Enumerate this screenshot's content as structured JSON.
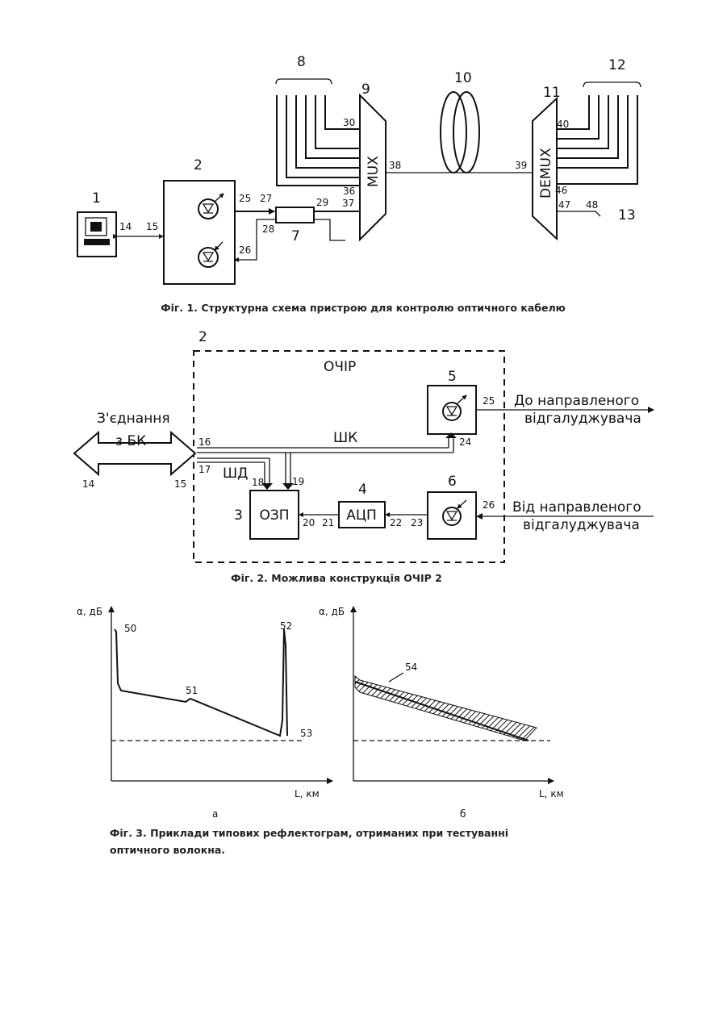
{
  "fig1": {
    "numbers": {
      "n1": "1",
      "n2": "2",
      "n7": "7",
      "n8": "8",
      "n9": "9",
      "n10": "10",
      "n11": "11",
      "n12": "12",
      "n13": "13",
      "n14": "14",
      "n15": "15",
      "n25": "25",
      "n26": "26",
      "n27": "27",
      "n28": "28",
      "n29": "29",
      "n30": "30",
      "n36": "36",
      "n37": "37",
      "n38": "38",
      "n39": "39",
      "n40": "40",
      "n46": "46",
      "n47": "47",
      "n48": "48"
    },
    "mux_label": "MUX",
    "demux_label": "DEMUX",
    "caption": "Фіг. 1. Структурна схема пристрою для контролю оптичного кабелю"
  },
  "fig2": {
    "numbers": {
      "n2": "2",
      "n3": "3",
      "n4": "4",
      "n5": "5",
      "n6": "6",
      "n14": "14",
      "n15": "15",
      "n16": "16",
      "n17": "17",
      "n18": "18",
      "n19": "19",
      "n20": "20",
      "n21": "21",
      "n22": "22",
      "n23": "23",
      "n24": "24",
      "n25": "25",
      "n26": "26"
    },
    "title": "ОЧІР",
    "connection_line1": "З'єднання",
    "connection_line2": "з БК",
    "bus_control": "ШК",
    "bus_data": "ШД",
    "ram_label": "ОЗП",
    "adc_label": "АЦП",
    "to_coupler_line1": "До направленого",
    "to_coupler_line2": "відгалуджувача",
    "from_coupler_line1": "Від направленого",
    "from_coupler_line2": "відгалуджувача",
    "caption": "Фіг. 2. Можлива конструкція ОЧІР 2"
  },
  "fig3": {
    "ylabel": "α, дБ",
    "xlabel": "L, км",
    "a_labels": {
      "n50": "50",
      "n51": "51",
      "n52": "52",
      "n53": "53"
    },
    "b_labels": {
      "n54": "54"
    },
    "sub_a": "а",
    "sub_b": "б",
    "caption_line1": "Фіг. 3. Приклади типових рефлектограм, отриманих при тестуванні",
    "caption_line2": "оптичного волокна."
  },
  "colors": {
    "ink": "#111111",
    "paper": "#ffffff"
  }
}
